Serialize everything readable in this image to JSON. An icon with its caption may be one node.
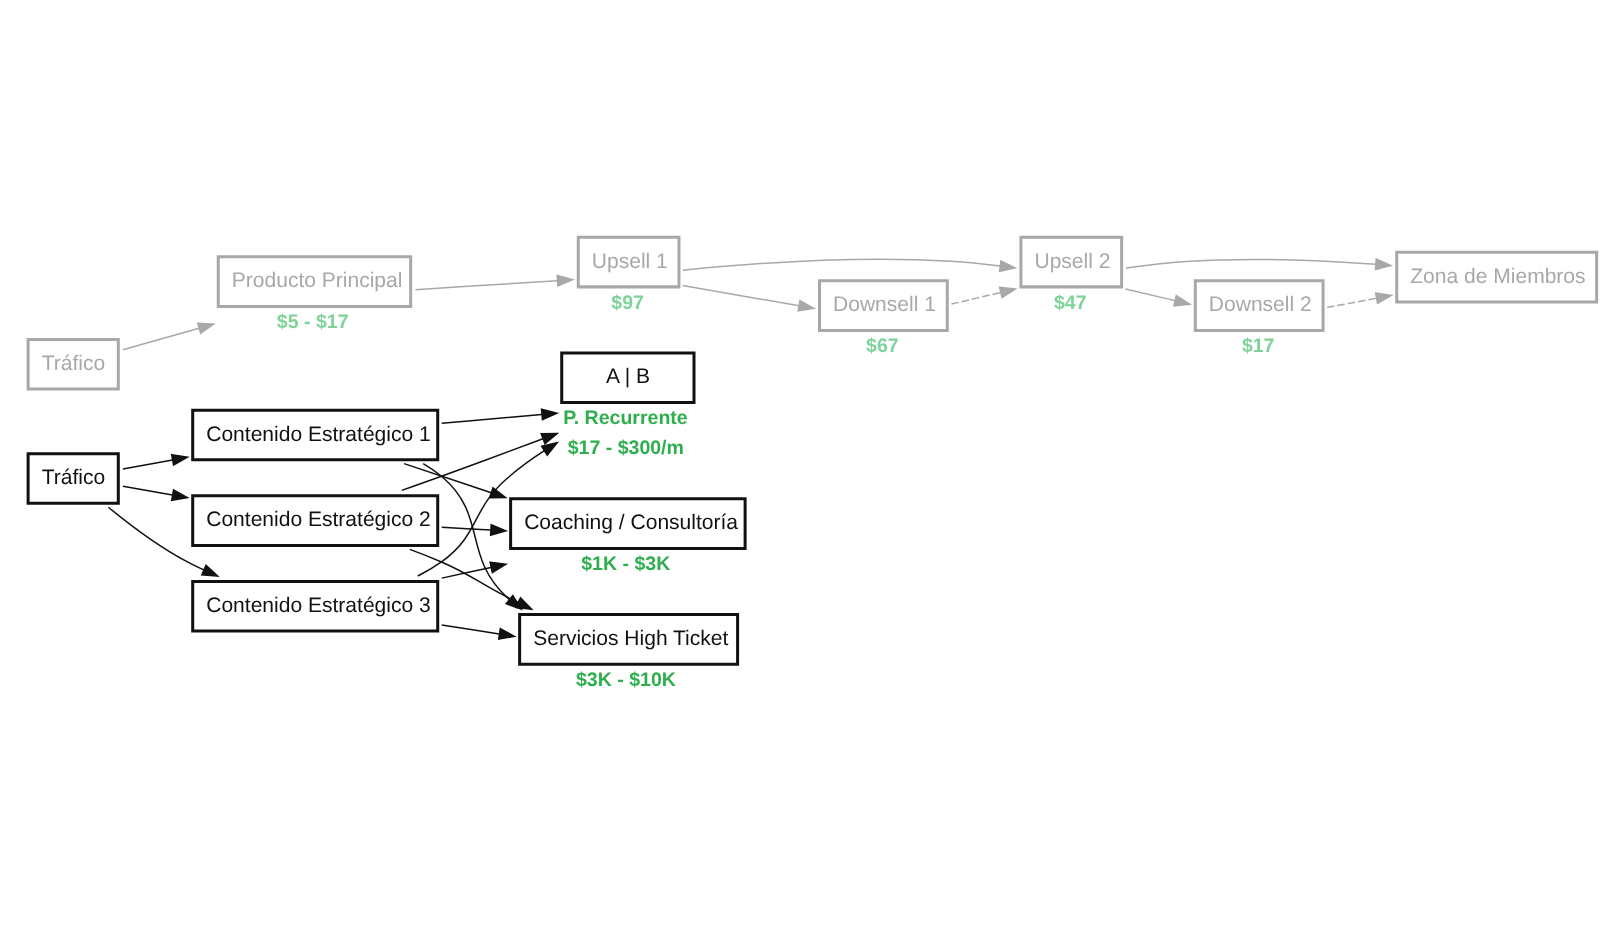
{
  "diagram": {
    "nodes": [
      {
        "text": [
          "Tráfico"
        ]
      },
      {
        "text": [
          "Producto Principal"
        ],
        "beside": [
          "$5 - $17"
        ]
      },
      {
        "text": [
          "Upsell 1"
        ],
        "beside": [
          "$97"
        ]
      },
      {
        "text": [
          "Downsell 1"
        ],
        "beside": [
          "$67"
        ]
      },
      {
        "text": [
          "Upsell 2"
        ],
        "beside": [
          "$47"
        ]
      },
      {
        "text": [
          "Downsell 2"
        ],
        "beside": [
          "$17"
        ]
      },
      {
        "text": [
          "Zona de Miembros"
        ]
      },
      {
        "text": [
          "Tráfico"
        ]
      },
      {
        "text": [
          "Contenido Estratégico 1"
        ]
      },
      {
        "text": [
          "Contenido Estratégico 2"
        ]
      },
      {
        "text": [
          "Contenido Estratégico 3"
        ]
      },
      {
        "text": [
          "A | B"
        ],
        "beside": [
          "P. Recurrente",
          "$17 - $300/m"
        ]
      },
      {
        "text": [
          "Coaching / Consultoría"
        ],
        "beside": [
          "$1K - $3K"
        ]
      },
      {
        "text": [
          "Servicios High Ticket"
        ],
        "beside": [
          "$3K - $10K"
        ]
      }
    ],
    "edges": [
      {
        "from": 0,
        "to": 1,
        "arrow": "to",
        "color": "#a8a8a8"
      },
      {
        "from": 1,
        "to": 2,
        "arrow": "to",
        "color": "#a8a8a8"
      },
      {
        "from": 2,
        "to": 4,
        "arrow": "to",
        "color": "#a8a8a8"
      },
      {
        "from": 2,
        "to": 3,
        "arrow": "to",
        "color": "#a8a8a8"
      },
      {
        "from": 4,
        "to": 6,
        "arrow": "to",
        "color": "#a8a8a8"
      },
      {
        "from": 4,
        "to": 5,
        "arrow": "to",
        "color": "#a8a8a8"
      },
      {
        "from": 3,
        "to": 4,
        "arrow": "to",
        "style": "dashed",
        "color": "#a8a8a8"
      },
      {
        "from": 5,
        "to": 6,
        "arrow": "to",
        "style": "dashed",
        "color": "#a8a8a8"
      },
      {
        "from": 7,
        "to": 8,
        "arrow": "to"
      },
      {
        "from": 7,
        "to": 9,
        "arrow": "to"
      },
      {
        "from": 7,
        "to": 10,
        "arrow": "to"
      },
      {
        "from": 8,
        "to": 11,
        "arrow": "to"
      },
      {
        "from": 8,
        "to": 12,
        "arrow": "to"
      },
      {
        "from": 8,
        "to": 13,
        "arrow": "to"
      },
      {
        "from": 9,
        "to": 11,
        "arrow": "to"
      },
      {
        "from": 9,
        "to": 12,
        "arrow": "to"
      },
      {
        "from": 9,
        "to": 13,
        "arrow": "to"
      },
      {
        "from": 10,
        "to": 11,
        "arrow": "to"
      },
      {
        "from": 10,
        "to": 12,
        "arrow": "to"
      },
      {
        "from": 10,
        "to": 13,
        "arrow": "to"
      }
    ]
  }
}
